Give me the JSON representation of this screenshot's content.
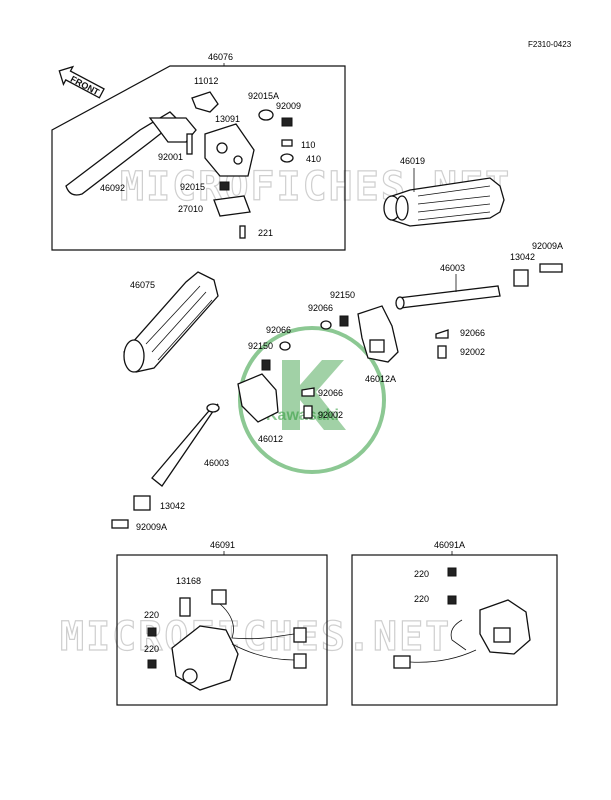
{
  "figure_code": "F2310-0423",
  "front_arrow_label": "FRONT",
  "watermark_text": "MICROFICHES.NET",
  "logo_text": "Kawasaki",
  "colors": {
    "watermark": "#cfcfcf",
    "logo_green": "#2e9a3a",
    "ink": "#111111"
  },
  "labels": {
    "p46076": "46076",
    "p11012": "11012",
    "p92015A": "92015A",
    "p92009_top": "92009",
    "p13091": "13091",
    "p92001": "92001",
    "p110": "110",
    "p410": "410",
    "p46092": "46092",
    "p92015": "92015",
    "p27010": "27010",
    "p221": "221",
    "p46019": "46019",
    "p92009A_r": "92009A",
    "p13042_r": "13042",
    "p46003_r": "46003",
    "p46075": "46075",
    "p92150_r": "92150",
    "p92066_r1": "92066",
    "p92066_r2": "92066",
    "p92002_r": "92002",
    "p46012A": "46012A",
    "p92066_l1": "92066",
    "p92150_l": "92150",
    "p92066_l2": "92066",
    "p92002_l": "92002",
    "p46012": "46012",
    "p46003_l": "46003",
    "p13042_l": "13042",
    "p92009A_l": "92009A",
    "p46091": "46091",
    "p13168": "13168",
    "p220_a": "220",
    "p220_b": "220",
    "p46091A": "46091A",
    "p220_c": "220",
    "p220_d": "220"
  }
}
